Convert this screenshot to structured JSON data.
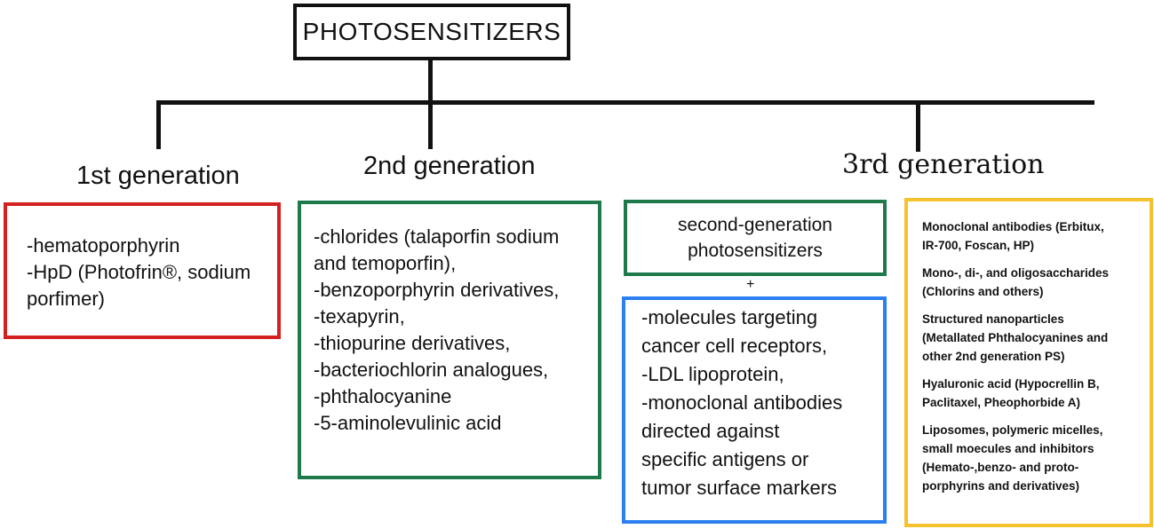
{
  "title": "PHOTOSENSITIZERS",
  "generations": {
    "first": {
      "label": "1st generation",
      "items": [
        "-hematoporphyrin",
        "-HpD (Photofrin®, sodium",
        "porfimer)"
      ]
    },
    "second": {
      "label": "2nd generation",
      "items": [
        "-chlorides (talaporfin sodium",
        "and temoporfin),",
        "-benzoporphyrin derivatives,",
        "-texapyrin,",
        "-thiopurine derivatives,",
        "-bacteriochlorin analogues,",
        "-phthalocyanine",
        "-5-aminolevulinic acid"
      ]
    },
    "third": {
      "label": "3rd generation",
      "base": [
        "second-generation",
        "photosensitizers"
      ],
      "plus": "+",
      "targeting": [
        "-molecules targeting",
        "cancer cell receptors,",
        "-LDL lipoprotein,",
        "-monoclonal antibodies",
        "directed against",
        "specific antigens or",
        "tumor surface markers"
      ],
      "carriers": [
        [
          "Monoclonal antibodies (Erbitux,",
          "IR-700, Foscan, HP)"
        ],
        [
          "Mono-, di-, and oligosaccharides",
          "(Chlorins and others)"
        ],
        [
          "Structured nanoparticles",
          "(Metallated Phthalocyanines and",
          "other 2nd generation PS)"
        ],
        [
          "Hyaluronic acid (Hypocrellin B,",
          "Paclitaxel, Pheophorbide A)"
        ],
        [
          "Liposomes, polymeric micelles,",
          "small moecules and inhibitors",
          "(Hemato-,benzo- and proto-",
          "porphyrins and derivatives)"
        ]
      ]
    }
  },
  "colors": {
    "first_border": "#d32020",
    "second_border": "#1e7a4a",
    "targeting_border": "#2b7ff0",
    "carriers_border": "#f5c22e",
    "lines": "#111111"
  }
}
